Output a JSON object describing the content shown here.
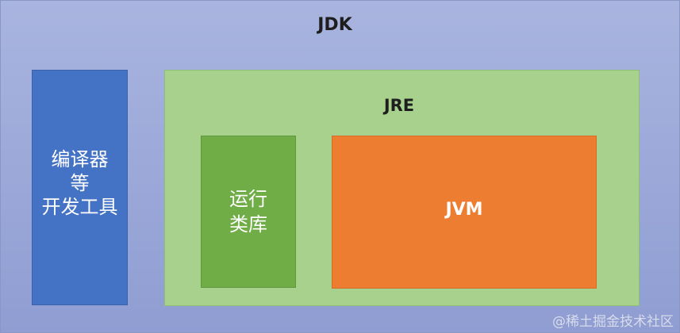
{
  "diagram": {
    "jdk": {
      "label": "JDK"
    },
    "tools": {
      "label": "编译器\n等\n开发工具"
    },
    "jre": {
      "label": "JRE"
    },
    "runtime_library": {
      "label": "运行\n类库"
    },
    "jvm": {
      "label": "JVM"
    }
  },
  "watermark": {
    "text": "@稀土掘金技术社区"
  },
  "colors": {
    "jdk": "#a3aedb",
    "tools": "#4472c4",
    "jre": "#a9d18e",
    "runtime_library": "#70ad47",
    "jvm": "#ed7d31"
  }
}
